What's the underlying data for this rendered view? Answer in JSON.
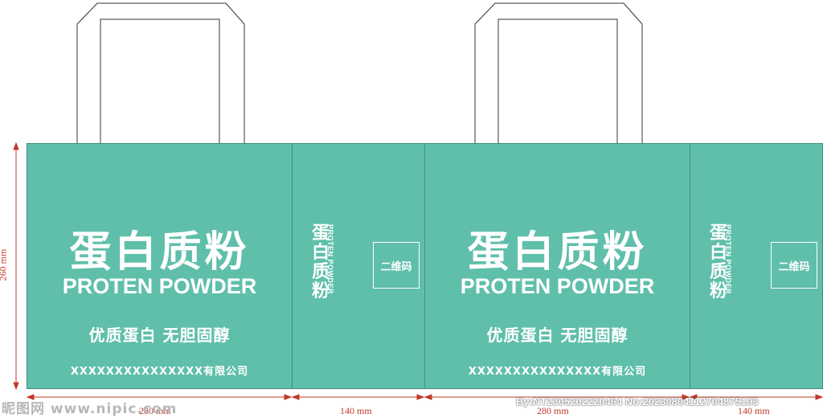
{
  "bag": {
    "title_zh": "蛋白质粉",
    "title_zh_chars": [
      "蛋",
      "白",
      "质",
      "粉"
    ],
    "title_en": "PROTEN POWDER",
    "slogan": "优质蛋白  无胆固醇",
    "company": "XXXXXXXXXXXXXXX有限公司",
    "side_en": "PROTEN POWDER",
    "qr_label": "二维码",
    "color": "#5fbfab",
    "handle_color": "#ffffff"
  },
  "dimensions": {
    "height": "260 mm",
    "front_width": "280 mm",
    "side_width": "140 mm",
    "line_color": "#c0392b"
  },
  "watermarks": {
    "left": "昵图网 www.nipic.com",
    "right": "By:NT2305202220464 No:20230804112704875103"
  }
}
